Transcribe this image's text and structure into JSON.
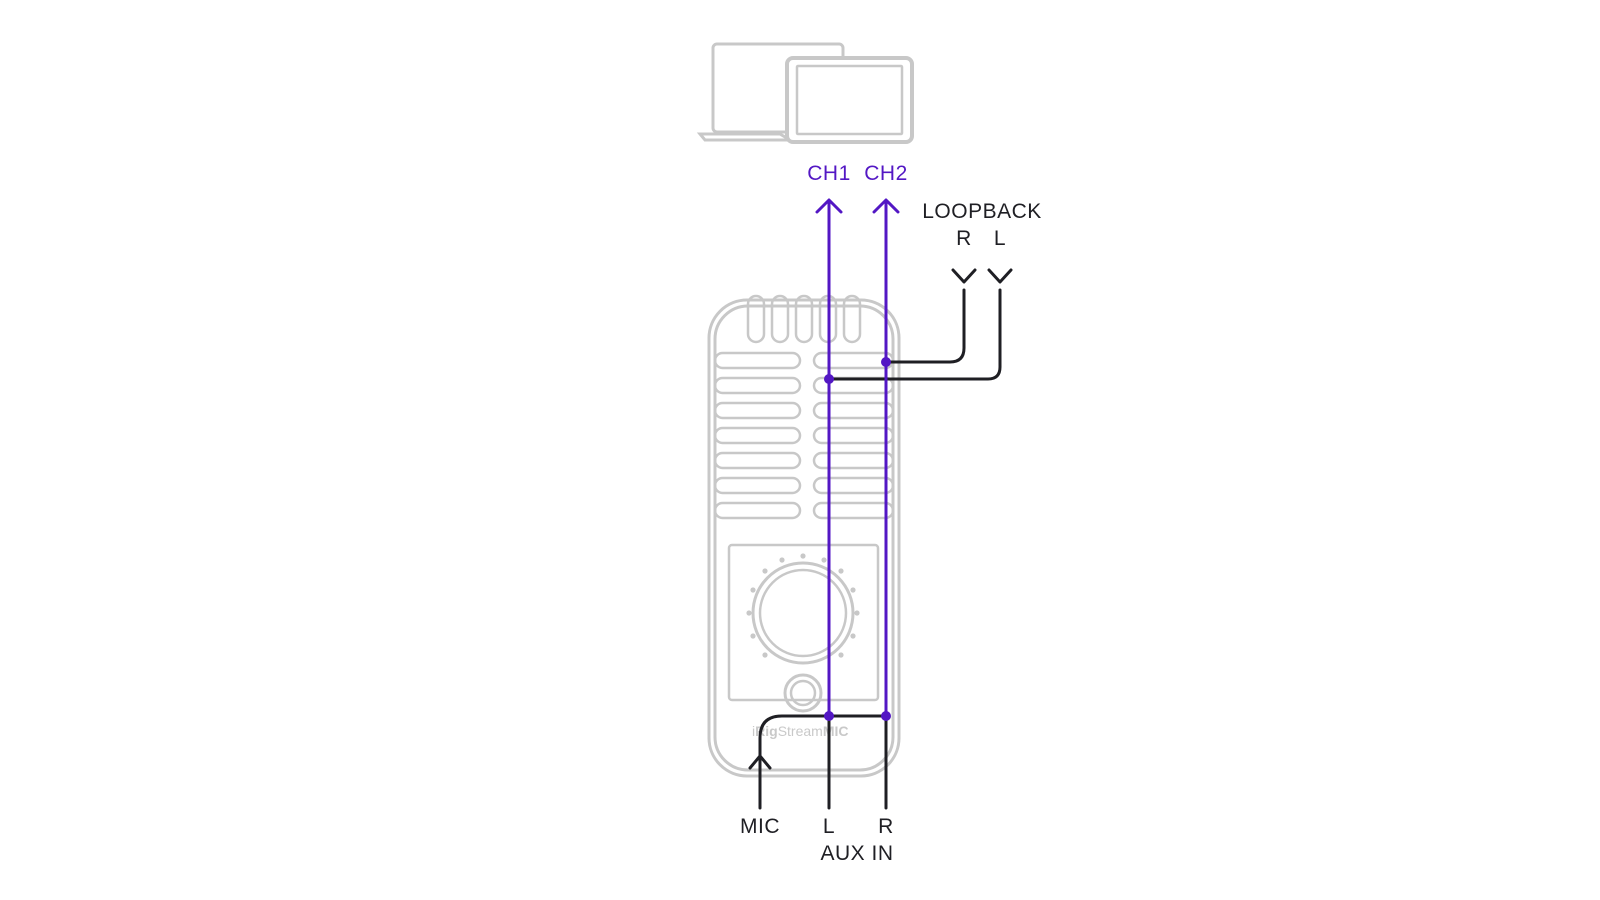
{
  "outputs": {
    "ch1": "CH1",
    "ch2": "CH2"
  },
  "loopback": {
    "title": "LOOPBACK",
    "right": "R",
    "left": "L"
  },
  "inputs": {
    "mic": "MIC",
    "aux_left": "L",
    "aux_right": "R",
    "aux_title": "AUX IN"
  },
  "device": {
    "brand_regular_1": "i",
    "brand_bold": "Rig",
    "brand_regular_2": "Stream",
    "brand_bold_2": "MIC"
  },
  "colors": {
    "signal_out": "#5317c4",
    "signal_in": "#1f1f24",
    "device_outline": "#c8c8c8"
  },
  "icons": [
    "laptop-icon",
    "tablet-icon",
    "microphone-device-icon"
  ]
}
